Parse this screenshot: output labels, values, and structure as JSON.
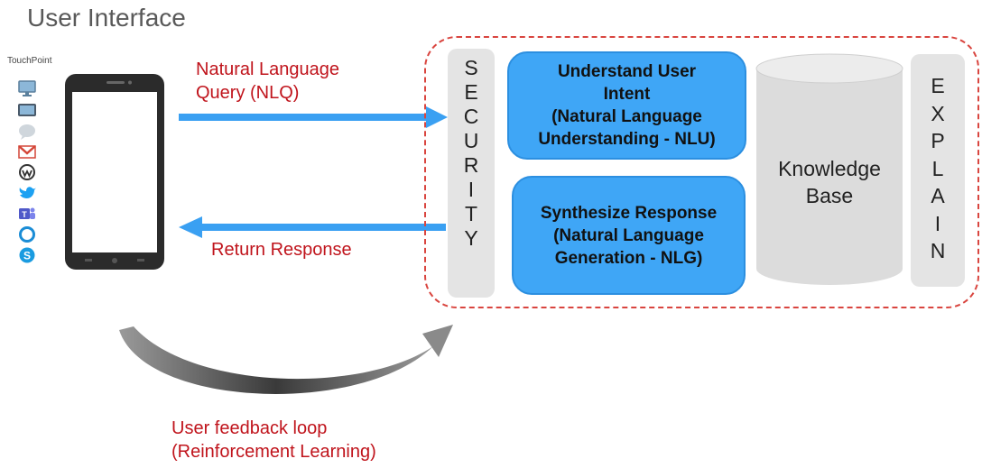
{
  "header": {
    "title": "User Interface"
  },
  "touchpoint": {
    "label": "TouchPoint",
    "icons": [
      "monitor-icon",
      "tablet-icon",
      "chat-bubble-icon",
      "gmail-icon",
      "workplace-icon",
      "twitter-icon",
      "teams-icon",
      "circle-app-icon",
      "skype-icon"
    ]
  },
  "flows": {
    "query": [
      "Natural Language",
      "Query (NLQ)"
    ],
    "response": "Return Response",
    "feedback": [
      "User feedback loop",
      "(Reinforcement Learning)"
    ]
  },
  "system": {
    "security_letters": [
      "S",
      "E",
      "C",
      "U",
      "R",
      "I",
      "T",
      "Y"
    ],
    "nlu": [
      "Understand User",
      "Intent",
      "(Natural Language",
      "Understanding - NLU)"
    ],
    "nlg": [
      "Synthesize Response",
      "(Natural Language",
      "Generation - NLG)"
    ],
    "knowledge_base": [
      "Knowledge",
      "Base"
    ],
    "explain_letters": [
      "E",
      "X",
      "P",
      "L",
      "A",
      "I",
      "N"
    ]
  },
  "colors": {
    "arrow": "#3aa0f2",
    "red_text": "#c0141c",
    "dashed_border": "#d9453f",
    "box_blue": "#3fa6f6",
    "panel_grey": "#e4e4e4"
  }
}
